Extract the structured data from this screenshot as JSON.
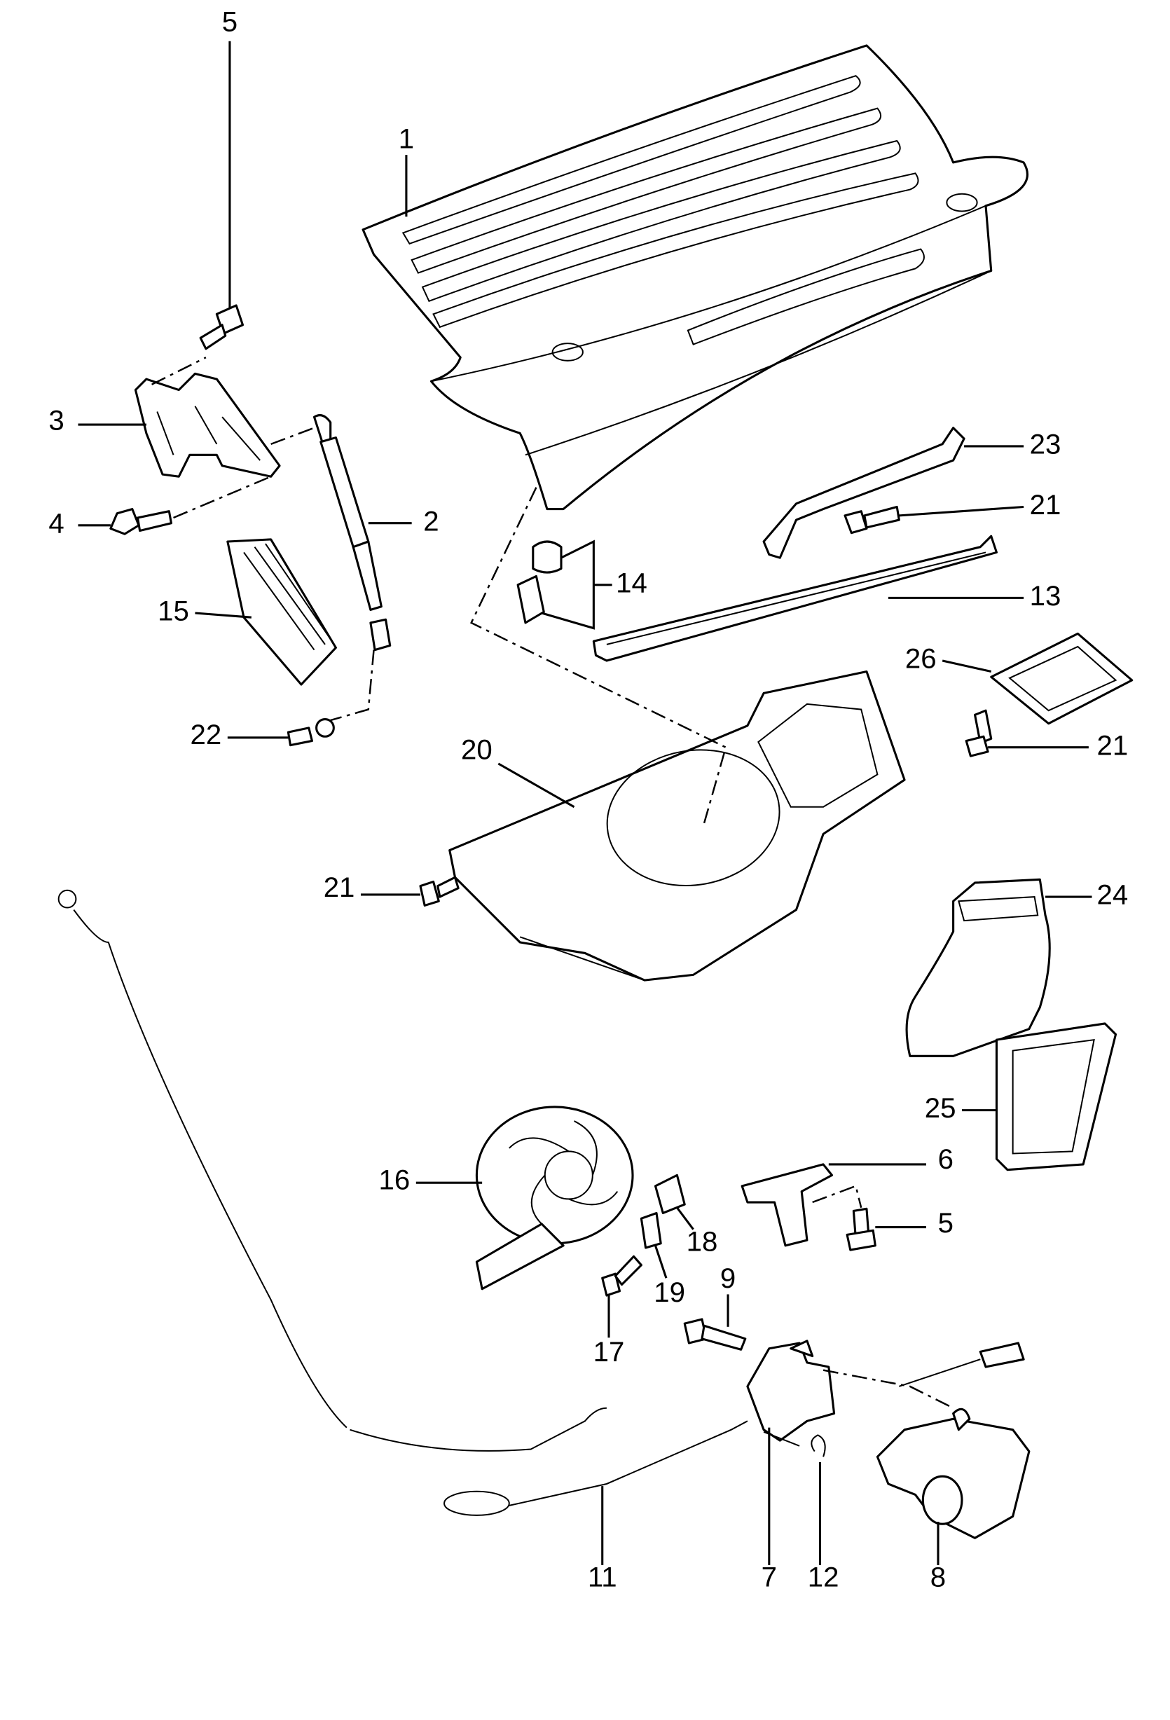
{
  "callouts": {
    "deck_lid_grille": "1",
    "gas_strut": "2",
    "hinge": "3",
    "hinge_bolt": "4",
    "hinge_screw": "5",
    "bracket": "6",
    "latch": "7",
    "actuator": "8",
    "latch_bolt": "9",
    "release_cable": "11",
    "circlip": "12",
    "seal_strip": "13",
    "clips": "14",
    "control_unit": "15",
    "fan": "16",
    "fan_screw": "17",
    "grommet": "18",
    "bushing": "19",
    "cover_panel": "20",
    "screw_a": "21",
    "screw_b": "21",
    "screw_c": "21",
    "ball_stud": "22",
    "bracket_rail": "23",
    "air_duct": "24",
    "duct_gasket": "25",
    "frame_gasket": "26",
    "bracket_screw": "5"
  }
}
